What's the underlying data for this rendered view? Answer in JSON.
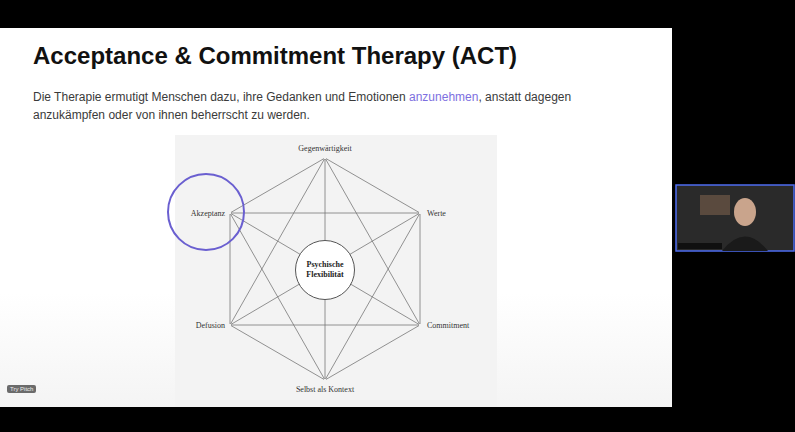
{
  "diagram": {
    "title": "Acceptance & Commitment Therapy (ACT)",
    "nodes": [
      {
        "text": [
          "Gegenwärtigkeit"
        ]
      },
      {
        "text": [
          "Akzeptanz"
        ]
      },
      {
        "text": [
          "Werte"
        ]
      },
      {
        "text": [
          "Psychische Flexibilität"
        ]
      },
      {
        "text": [
          "Defusion"
        ]
      },
      {
        "text": [
          "Commitment"
        ]
      },
      {
        "text": [
          "Selbst als Kontext"
        ]
      }
    ],
    "edges": [
      {
        "from": 0,
        "to": 1,
        "arrow": "none"
      },
      {
        "from": 0,
        "to": 2,
        "arrow": "none"
      },
      {
        "from": 0,
        "to": 4,
        "arrow": "none"
      },
      {
        "from": 0,
        "to": 5,
        "arrow": "none"
      },
      {
        "from": 0,
        "to": 6,
        "arrow": "none"
      },
      {
        "from": 1,
        "to": 2,
        "arrow": "none"
      },
      {
        "from": 1,
        "to": 4,
        "arrow": "none"
      },
      {
        "from": 1,
        "to": 5,
        "arrow": "none"
      },
      {
        "from": 1,
        "to": 6,
        "arrow": "none"
      },
      {
        "from": 2,
        "to": 4,
        "arrow": "none"
      },
      {
        "from": 2,
        "to": 5,
        "arrow": "none"
      },
      {
        "from": 2,
        "to": 6,
        "arrow": "none"
      },
      {
        "from": 4,
        "to": 5,
        "arrow": "none"
      },
      {
        "from": 4,
        "to": 6,
        "arrow": "none"
      },
      {
        "from": 5,
        "to": 6,
        "arrow": "none"
      }
    ],
    "labels": [
      "Die Therapie ermutigt Menschen dazu, ihre Gedanken und Emotionen",
      "anzunehmen",
      ", anstatt dagegen anzukämpfen oder von ihnen beherrscht zu werden.",
      "Try Pitch"
    ]
  }
}
